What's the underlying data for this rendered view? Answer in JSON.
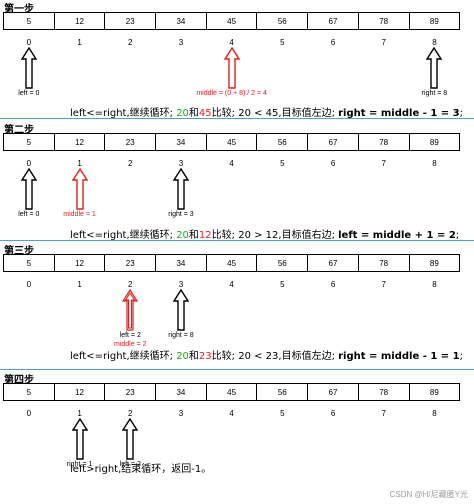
{
  "array": [
    5,
    12,
    23,
    34,
    45,
    56,
    67,
    78,
    89
  ],
  "indices": [
    0,
    1,
    2,
    3,
    4,
    5,
    6,
    7,
    8
  ],
  "steps": [
    {
      "title": "第一步",
      "pointers": [
        {
          "index": 0,
          "label": "left = 0",
          "color": "#000000",
          "double": false
        },
        {
          "index": 4,
          "label": "middle = (0 + 8) / 2 = 4",
          "color": "#e02020",
          "double": false
        },
        {
          "index": 8,
          "label": "right = 8",
          "color": "#000000",
          "double": false
        }
      ],
      "summary": {
        "pre": "left<=right,继续循环; ",
        "a": "20",
        "and": "和",
        "b": "45",
        "mid": "比较; 20 < 45,目标值左边; ",
        "bold": "right = middle - 1 = 3",
        "end": ";"
      }
    },
    {
      "title": "第二步",
      "pointers": [
        {
          "index": 0,
          "label": "left = 0",
          "color": "#000000",
          "double": false
        },
        {
          "index": 1,
          "label": "middle = 1",
          "color": "#e02020",
          "double": false
        },
        {
          "index": 3,
          "label": "right = 3",
          "color": "#000000",
          "double": false
        }
      ],
      "summary": {
        "pre": "left<=right,继续循环; ",
        "a": "20",
        "and": "和",
        "b": "12",
        "mid": "比较; 20 > 12,目标值右边; ",
        "bold": "left = middle + 1 = 2",
        "end": ";"
      }
    },
    {
      "title": "第三步",
      "pointers": [
        {
          "index": 2,
          "label": "left = 2",
          "color": "#e02020",
          "double": true,
          "label2": "middle = 2"
        },
        {
          "index": 3,
          "label": "right = 8",
          "color": "#000000",
          "double": false
        }
      ],
      "summary": {
        "pre": "left<=right,继续循环; ",
        "a": "20",
        "and": "和",
        "b": "23",
        "mid": "比较; 20 < 23,目标值左边; ",
        "bold": "right = middle - 1 = 1",
        "end": ";"
      }
    },
    {
      "title": "第四步",
      "pointers": [
        {
          "index": 1,
          "label": "right = 1",
          "color": "#000000",
          "double": false
        },
        {
          "index": 2,
          "label": "left = 2",
          "color": "#000000",
          "double": false
        }
      ],
      "summary": {
        "pre": "left>right,结束循环，返回-1。",
        "a": "",
        "and": "",
        "b": "",
        "mid": "",
        "bold": "",
        "end": ""
      }
    }
  ],
  "watermark": "CSDN @H/尼藏匿Y光"
}
